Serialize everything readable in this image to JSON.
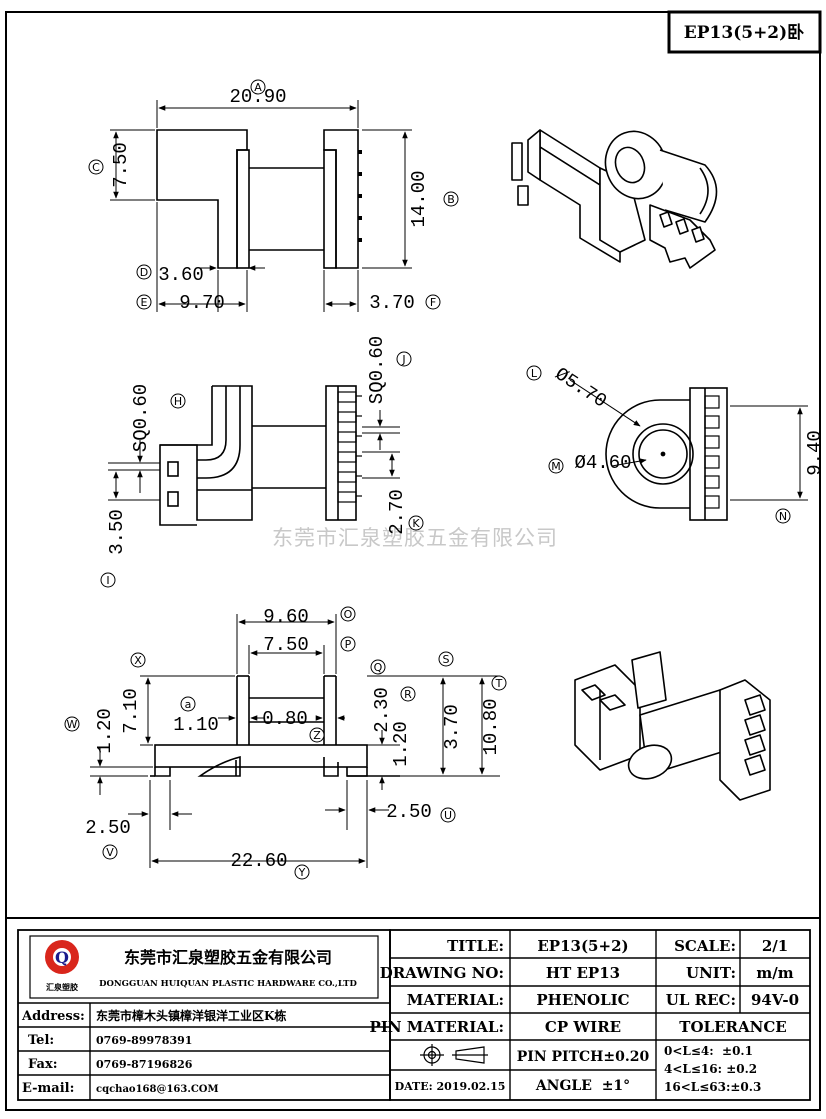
{
  "header": {
    "part_title": "EP13(5+2)卧"
  },
  "watermark": "东莞市汇泉塑胶五金有限公司",
  "dimensions": {
    "a": "20.90",
    "b": "14.00",
    "c": "7.50",
    "d": "3.60",
    "e": "9.70",
    "f": "3.70",
    "h": "SQ0.60",
    "i": "3.50",
    "j": "SQ0.60",
    "k": "2.70",
    "l": "Ø5.70",
    "m": "Ø4.60",
    "n": "9.40",
    "o": "9.60",
    "p": "7.50",
    "q": "2.30",
    "r": "1.20",
    "s": "3.70",
    "t": "10.80",
    "u": "2.50",
    "v": "2.50",
    "w": "1.20",
    "x": "7.10",
    "y": "22.60",
    "z": "0.80",
    "small_a": "1.10"
  },
  "callouts": {
    "A": "A",
    "B": "B",
    "C": "C",
    "D": "D",
    "E": "E",
    "F": "F",
    "H": "H",
    "I": "I",
    "J": "J",
    "K": "K",
    "L": "L",
    "M": "M",
    "N": "N",
    "O": "O",
    "P": "P",
    "Q": "Q",
    "R": "R",
    "S": "S",
    "T": "T",
    "U": "U",
    "V": "V",
    "W": "W",
    "X": "X",
    "Y": "Y",
    "Z": "Z",
    "a": "a"
  },
  "company": {
    "logo_letter": "Q",
    "logo_caption": "汇泉塑胶",
    "name_cn": "东莞市汇泉塑胶五金有限公司",
    "name_en": "DONGGUAN HUIQUAN PLASTIC HARDWARE CO.,LTD"
  },
  "contact": {
    "address_label": "Address:",
    "address": "东莞市樟木头镇樟洋银洋工业区K栋",
    "tel_label": "Tel:",
    "tel": "0769-89978391",
    "fax_label": "Fax:",
    "fax": "0769-87196826",
    "email_label": "E-mail:",
    "email": "cqchao168@163.COM"
  },
  "title_block": {
    "title_label": "TITLE:",
    "title": "EP13(5+2)",
    "scale_label": "SCALE:",
    "scale": "2/1",
    "drawing_no_label": "DRAWING NO:",
    "drawing_no": "HT EP13",
    "unit_label": "UNIT:",
    "unit": "m/m",
    "material_label": "MATERIAL:",
    "material": "PHENOLIC",
    "ul_rec_label": "UL REC:",
    "ul_rec": "94V-0",
    "pin_material_label": "PIN MATERIAL:",
    "pin_material": "CP WIRE",
    "tolerance_label": "TOLERANCE",
    "pin_pitch": "PIN PITCH±0.20",
    "angle": "ANGLE  ±1°",
    "date": "DATE: 2019.02.15",
    "tol_1": "0<L≤4:  ±0.1",
    "tol_2": "4<L≤16: ±0.2",
    "tol_3": "16<L≤63:±0.3"
  }
}
